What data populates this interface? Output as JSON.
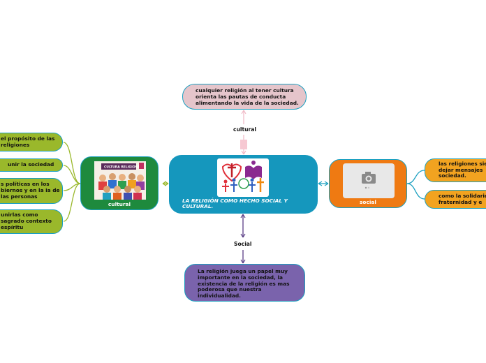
{
  "central": {
    "title": "LA RELIGIÓN COMO HECHO SOCIAL Y CULTURAL.",
    "image_icon": "religion-symbols-icon"
  },
  "cultural_branch": {
    "label": "cultural",
    "image_title": "CULTURA RELIGIOSA",
    "connector_label": "cultural",
    "note": "cualquier religión al tener cultura orienta las pautas de conducta alimentando la vida de la sociedad.",
    "children": [
      "el propósito de las religiones",
      "unir la sociedad",
      "s políticas en los biernos y en la ia de las personas",
      "unirlas como sagrado contexto espíritu"
    ]
  },
  "social_branch": {
    "label": "social",
    "image_icon": "camera-icon",
    "connector_label": "Social",
    "note": "La religión juega un papel muy importante en la sociedad, la existencia de la religión es mas poderosa que nuestra individualidad.",
    "children": [
      "las religiones siem a dejar mensajes sociedad.",
      "como la solidarida la fraternidad y e"
    ]
  },
  "colors": {
    "central": "#1597bd",
    "cultural": "#1e8a3d",
    "social": "#ef7a12",
    "leaf_left": "#9ab82b",
    "leaf_right": "#f2a320",
    "note_top": "#e5c5cb",
    "note_bottom": "#7a63ac",
    "link_left": "#9ab82b",
    "link_right": "#1ba0c0",
    "link_top": "#f0b8c4",
    "link_bottom": "#5a3d85"
  }
}
